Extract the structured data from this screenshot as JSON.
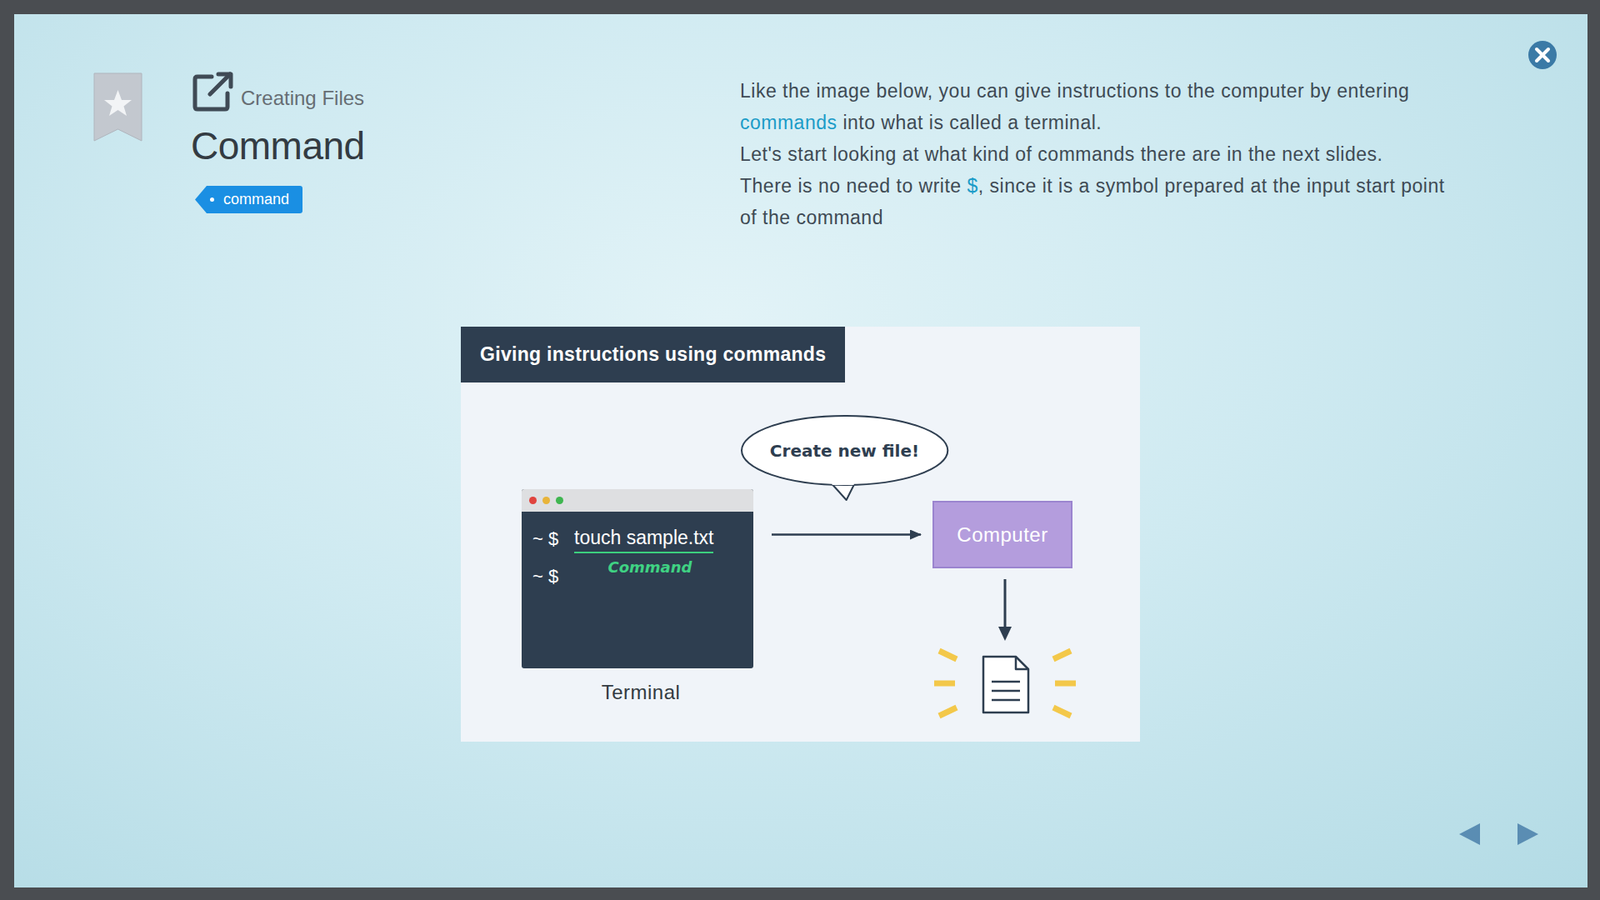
{
  "diagram": {
    "title": "Command",
    "nodes": [
      {
        "text": [
          "Giving instructions using commands"
        ]
      },
      {
        "text": [
          "Create new file!"
        ]
      },
      {
        "text": [
          "~ $",
          "touch sample.txt",
          "Command",
          "~ $",
          "Terminal"
        ]
      },
      {
        "text": [
          "Computer"
        ]
      }
    ],
    "edges": [
      {
        "from": 2,
        "to": 3,
        "arrow": "to"
      }
    ],
    "labels": [
      "Creating Files",
      "command",
      "Like the image below, you can give instructions to the computer by entering",
      "commands",
      "into what is called a terminal.",
      "Let's start looking at what kind of commands there are in the next slides.",
      "There is no need to write",
      "$",
      ", since it is a symbol prepared at the input start point of the command"
    ]
  }
}
